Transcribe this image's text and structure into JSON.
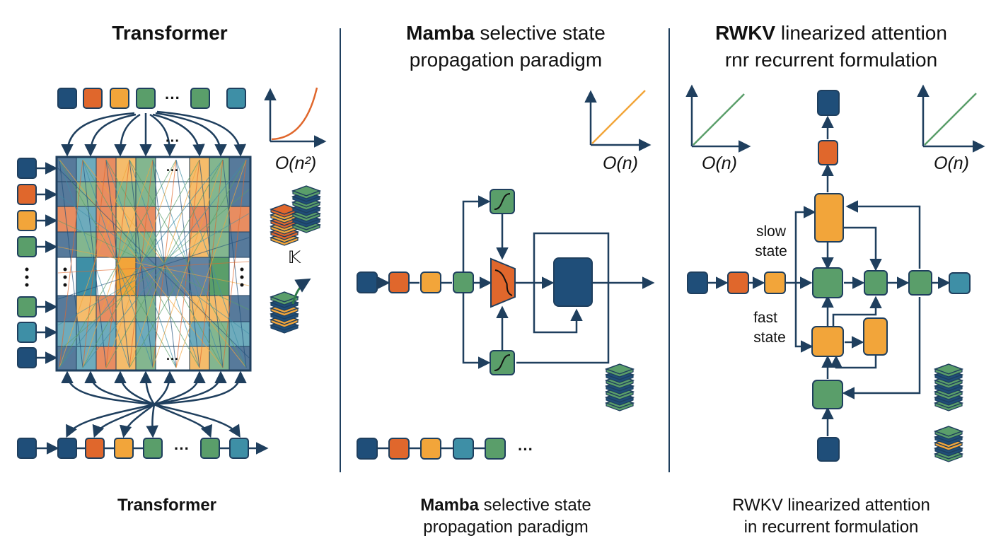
{
  "colors": {
    "navy": "#1f4e79",
    "orange": "#e0672c",
    "amber": "#f2a53a",
    "green": "#5a9e6a",
    "teal": "#3e8fa6",
    "ink": "#1f3f5e"
  },
  "panels": {
    "transformer": {
      "title": "Transformer",
      "caption": "Transformer",
      "complexity": "O(n²)",
      "kernel_symbol": "𝕂",
      "ellipsis": "···"
    },
    "mamba": {
      "title_bold": "Mamba",
      "title_rest_line1": " selective state",
      "title_line2": "propagation paradigm",
      "caption_bold": "Mamba",
      "caption_rest_line1": " selective state",
      "caption_line2": "propagation paradigm",
      "complexity": "O(n)",
      "ellipsis": "···"
    },
    "rwkv": {
      "title_bold": "RWKV",
      "title_rest_line1": " linearized attention",
      "title_line2": "rnr recurrent formulation",
      "caption_line1": "RWKV linearized attention",
      "caption_line2": "in recurrent formulation",
      "complexity_left": "O(n)",
      "complexity_right": "O(n)",
      "slow_state_line1": "slow",
      "slow_state_line2": "state",
      "fast_state_line1": "fast",
      "fast_state_line2": "state"
    }
  }
}
